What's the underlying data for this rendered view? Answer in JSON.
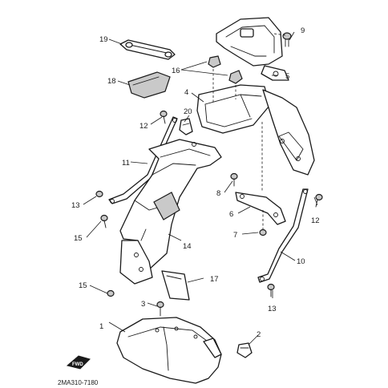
{
  "diagram": {
    "callouts": {
      "c1": "1",
      "c2": "2",
      "c3": "3",
      "c4": "4",
      "c5": "5",
      "c6": "6",
      "c7": "7",
      "c8": "8",
      "c9": "9",
      "c10": "10",
      "c11": "11",
      "c12a": "12",
      "c12b": "12",
      "c13a": "13",
      "c13b": "13",
      "c14": "14",
      "c15a": "15",
      "c15b": "15",
      "c16": "16",
      "c17": "17",
      "c18": "18",
      "c19": "19",
      "c20": "20"
    },
    "fwd_label": "FWD",
    "drawing_code": "2MA310-7180"
  }
}
